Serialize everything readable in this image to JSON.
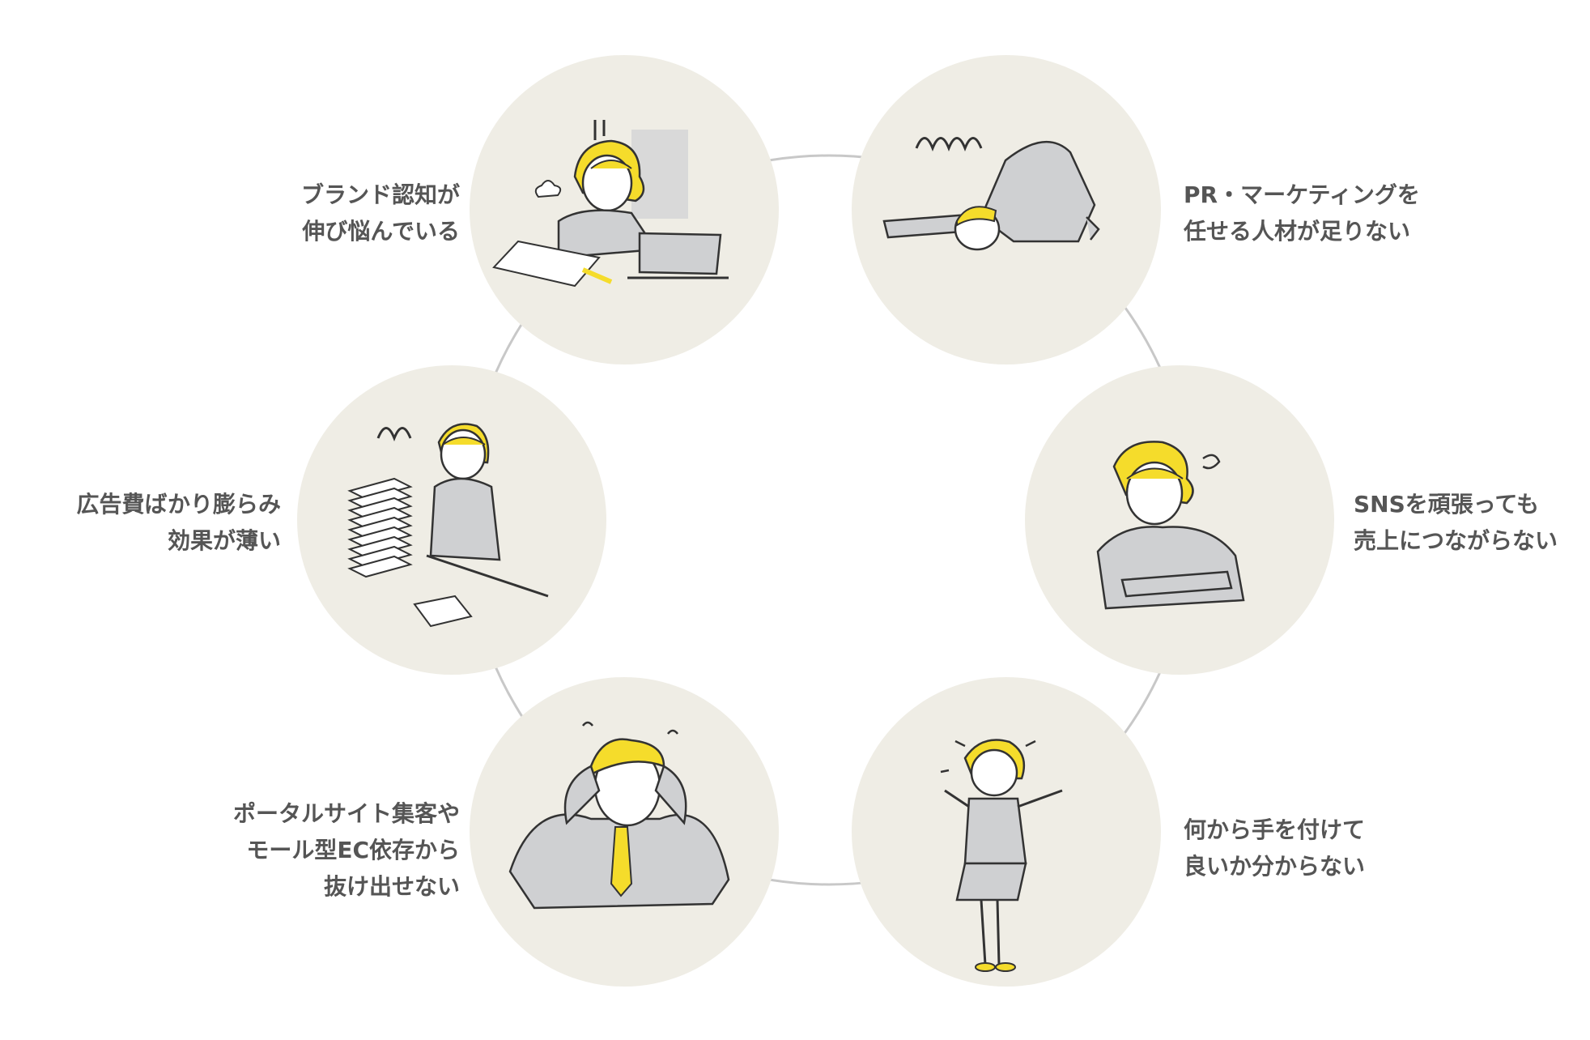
{
  "items": [
    {
      "id": "brand",
      "lines": [
        "ブランド認知が",
        "伸び悩んでいる"
      ]
    },
    {
      "id": "pr-staff",
      "lines": [
        "PR・マーケティングを",
        "任せる人材が足りない"
      ]
    },
    {
      "id": "sns",
      "lines": [
        "SNSを頑張っても",
        "売上につながらない"
      ]
    },
    {
      "id": "where-start",
      "lines": [
        "何から手を付けて",
        "良いか分からない"
      ]
    },
    {
      "id": "portal",
      "lines": [
        "ポータルサイト集客や",
        "モール型EC依存から",
        "抜け出せない"
      ]
    },
    {
      "id": "ad-cost",
      "lines": [
        "広告費ばかり膨らみ",
        "効果が薄い"
      ]
    }
  ],
  "icons": [
    "worried-at-laptop-icon",
    "collapsed-person-icon",
    "tired-person-icon",
    "panicking-person-icon",
    "head-in-hands-icon",
    "paper-stack-icon"
  ],
  "colors": {
    "circle": "#efede5",
    "accent": "#f5dc2b",
    "suit": "#cfd0d2",
    "line": "#c8c8c8",
    "text": "#555555"
  }
}
